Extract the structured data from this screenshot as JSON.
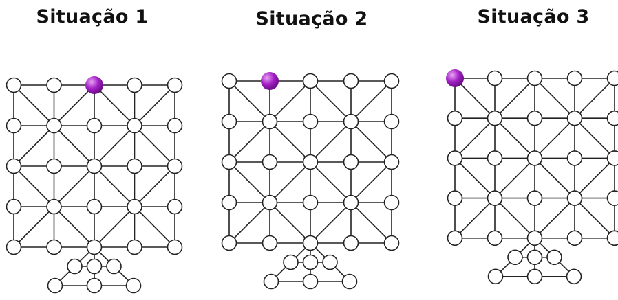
{
  "situations": [
    {
      "title": "Situação 1",
      "piece": {
        "row": 0,
        "col": 2
      }
    },
    {
      "title": "Situação 2",
      "piece": {
        "row": 0,
        "col": 1
      }
    },
    {
      "title": "Situação 3",
      "piece": {
        "row": 0,
        "col": 0
      }
    }
  ],
  "colors": {
    "line": "#222222",
    "node_fill": "#ffffff",
    "piece": "#a21fc4",
    "piece_highlight": "#e6a3f2"
  },
  "board": {
    "rows": 5,
    "cols": 5,
    "base_nodes": 6
  }
}
